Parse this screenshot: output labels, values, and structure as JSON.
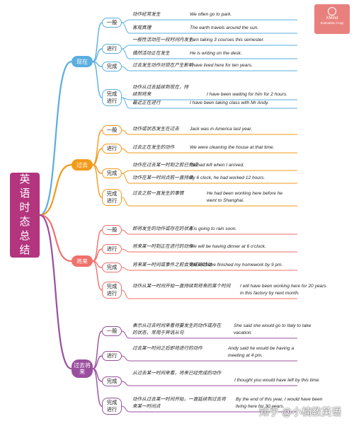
{
  "root": {
    "title": "英语时态总结"
  },
  "logo": {
    "name": "XMind",
    "tagline": "Evaluation Copy"
  },
  "watermark": "知乎 @小楠教英语",
  "colors": {
    "present": "#5aaee0",
    "past": "#f29a1a",
    "future": "#f0706a",
    "past_future": "#9a4f9e",
    "root": "#b2357e"
  },
  "branches": [
    {
      "label": "现在",
      "subs": [
        {
          "label": "一般",
          "rows": [
            {
              "usage": "动作经常发生",
              "example": "We often go to park."
            },
            {
              "usage": "客观真理",
              "example": "The earth travels around the sun."
            }
          ]
        },
        {
          "label": "进行",
          "rows": [
            {
              "usage": "一般性活动在一段时间内发生",
              "example": "I am taking 3 courses this semester."
            },
            {
              "usage": "偶然活动正在发生",
              "example": "He is writing on the desk."
            }
          ]
        },
        {
          "label": "完成",
          "rows": [
            {
              "usage": "过去发生动作对现在产生影响",
              "example": "I have lived here for ten years."
            }
          ]
        },
        {
          "label": "完成进行",
          "rows": [
            {
              "usage": "动作从过去延续到现在，持续到将来",
              "example": "I have been waiting for him for 2 hours."
            },
            {
              "usage": "最近正在进行",
              "example": "I have been taking class with Mr Andy."
            }
          ]
        }
      ]
    },
    {
      "label": "过去",
      "subs": [
        {
          "label": "一般",
          "rows": [
            {
              "usage": "动作或状态发生在过去",
              "example": "Jack was in America last year."
            }
          ]
        },
        {
          "label": "进行",
          "rows": [
            {
              "usage": "过去正在发生的动作",
              "example": "We were cleaning the house at that time."
            }
          ]
        },
        {
          "label": "完成",
          "rows": [
            {
              "usage": "动作在过去某一时刻之前已完成",
              "example": "He had left when I arrived."
            },
            {
              "usage": "动作在某一时间点前一直持续",
              "example": "By 6 clock, he had worked  12 hours."
            }
          ]
        },
        {
          "label": "完成进行",
          "rows": [
            {
              "usage": "过去之前一直发生的事情",
              "example": "He had been working here before he went to Shanghai."
            }
          ]
        }
      ]
    },
    {
      "label": "将来",
      "subs": [
        {
          "label": "一般",
          "rows": [
            {
              "usage": "即将发生的动作或存在的状态",
              "example": "It is going to rain soon."
            }
          ]
        },
        {
          "label": "进行",
          "rows": [
            {
              "usage": "将来某一时刻正在进行的动作",
              "example": "We will be having dinner at 6 o'clock."
            }
          ]
        },
        {
          "label": "完成",
          "rows": [
            {
              "usage": "将来某一时间或事件之前会完成的活动",
              "example": "We will have finished my homework  by 9 pm."
            }
          ]
        },
        {
          "label": "完成进行",
          "rows": [
            {
              "usage": "动作从某一时间开始一直持续到将来的某个时间",
              "example": "I will have been working here for 20 years in this factory by next month."
            }
          ]
        }
      ]
    },
    {
      "label": "过去将来",
      "subs": [
        {
          "label": "一般",
          "rows": [
            {
              "usage": "表示从过去时间来看将要发生的动作或存在的状态，常用于宾语从句",
              "example": "She said she would go to Italy to take vacation."
            }
          ]
        },
        {
          "label": "进行",
          "rows": [
            {
              "usage": "过去某一时间之后即将进行的动作",
              "example": "Andy said he would be having a meeting at 4 pm."
            }
          ]
        },
        {
          "label": "完成",
          "rows": [
            {
              "usage": "从过去某一时间来看，将来已经完成的动作",
              "example": "I thought you would have left by this time."
            }
          ]
        },
        {
          "label": "完成进行",
          "rows": [
            {
              "usage": "动作从过去某一时间开始，一直延续到过去将来某一时间点",
              "example": "By the end of this year, I would have been living here for 30 years."
            }
          ]
        }
      ]
    }
  ]
}
